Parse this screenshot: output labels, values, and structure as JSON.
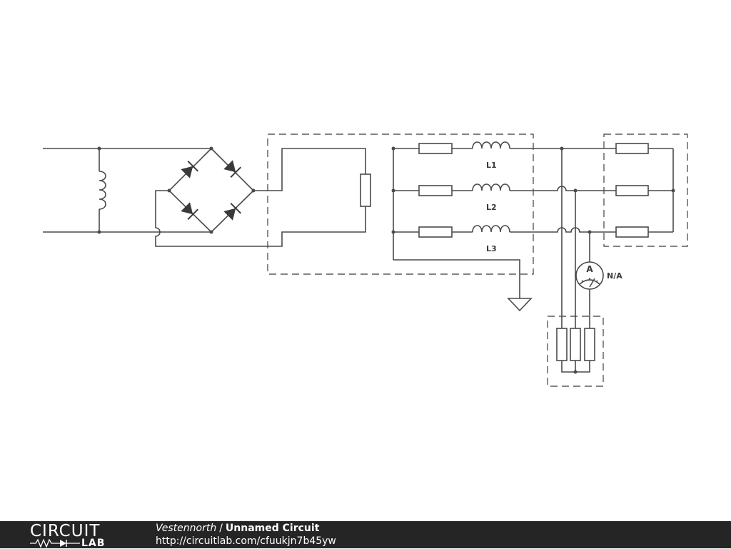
{
  "diagram": {
    "labels": {
      "l1": "L1",
      "l2": "L2",
      "l3": "L3",
      "ammeter_symbol": "A",
      "ammeter_value": "N/A"
    }
  },
  "footer": {
    "logo_top": "CIRCUIT",
    "logo_bottom": "LAB",
    "author": "Vestennorth",
    "separator": "/",
    "circuit_title": "Unnamed Circuit",
    "url": "http://circuitlab.com/cfuukjn7b45yw"
  },
  "colors": {
    "wire": "#4a4a4a",
    "footer_bg": "#252525",
    "footer_text": "#ffffff"
  }
}
